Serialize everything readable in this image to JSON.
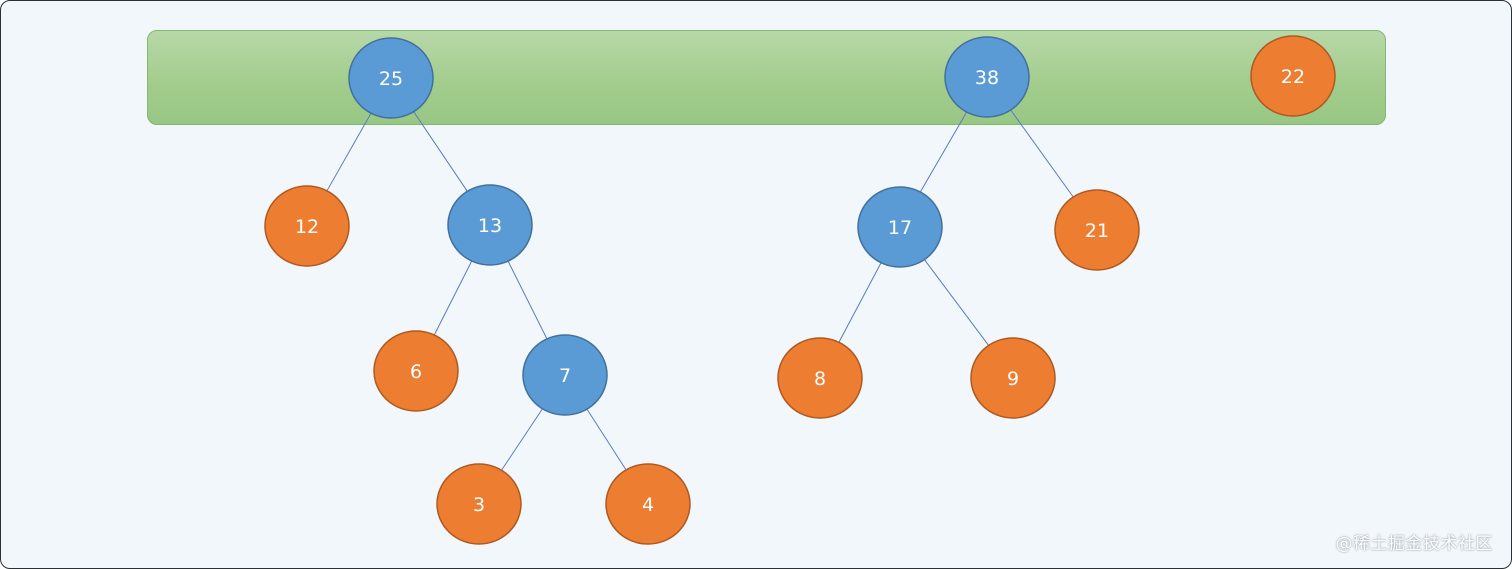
{
  "colors": {
    "internal_node": "#5b9bd5",
    "internal_stroke": "#41719c",
    "leaf_node": "#ed7d31",
    "leaf_stroke": "#ae5a21",
    "edge": "#5a7bbf",
    "band": "#a9d18e",
    "background": "#f2f7fb"
  },
  "tree": {
    "nodes": [
      {
        "id": "n25",
        "label": "25",
        "kind": "internal"
      },
      {
        "id": "n38",
        "label": "38",
        "kind": "internal"
      },
      {
        "id": "n22",
        "label": "22",
        "kind": "leaf"
      },
      {
        "id": "n12",
        "label": "12",
        "kind": "leaf"
      },
      {
        "id": "n13",
        "label": "13",
        "kind": "internal"
      },
      {
        "id": "n17",
        "label": "17",
        "kind": "internal"
      },
      {
        "id": "n21",
        "label": "21",
        "kind": "leaf"
      },
      {
        "id": "n6",
        "label": "6",
        "kind": "leaf"
      },
      {
        "id": "n7",
        "label": "7",
        "kind": "internal"
      },
      {
        "id": "n8",
        "label": "8",
        "kind": "leaf"
      },
      {
        "id": "n9",
        "label": "9",
        "kind": "leaf"
      },
      {
        "id": "n3",
        "label": "3",
        "kind": "leaf"
      },
      {
        "id": "n4",
        "label": "4",
        "kind": "leaf"
      }
    ],
    "edges": [
      [
        "n25",
        "n12"
      ],
      [
        "n25",
        "n13"
      ],
      [
        "n13",
        "n6"
      ],
      [
        "n13",
        "n7"
      ],
      [
        "n7",
        "n3"
      ],
      [
        "n7",
        "n4"
      ],
      [
        "n38",
        "n17"
      ],
      [
        "n38",
        "n21"
      ],
      [
        "n17",
        "n8"
      ],
      [
        "n17",
        "n9"
      ]
    ]
  },
  "watermark": "@稀土掘金技术社区"
}
